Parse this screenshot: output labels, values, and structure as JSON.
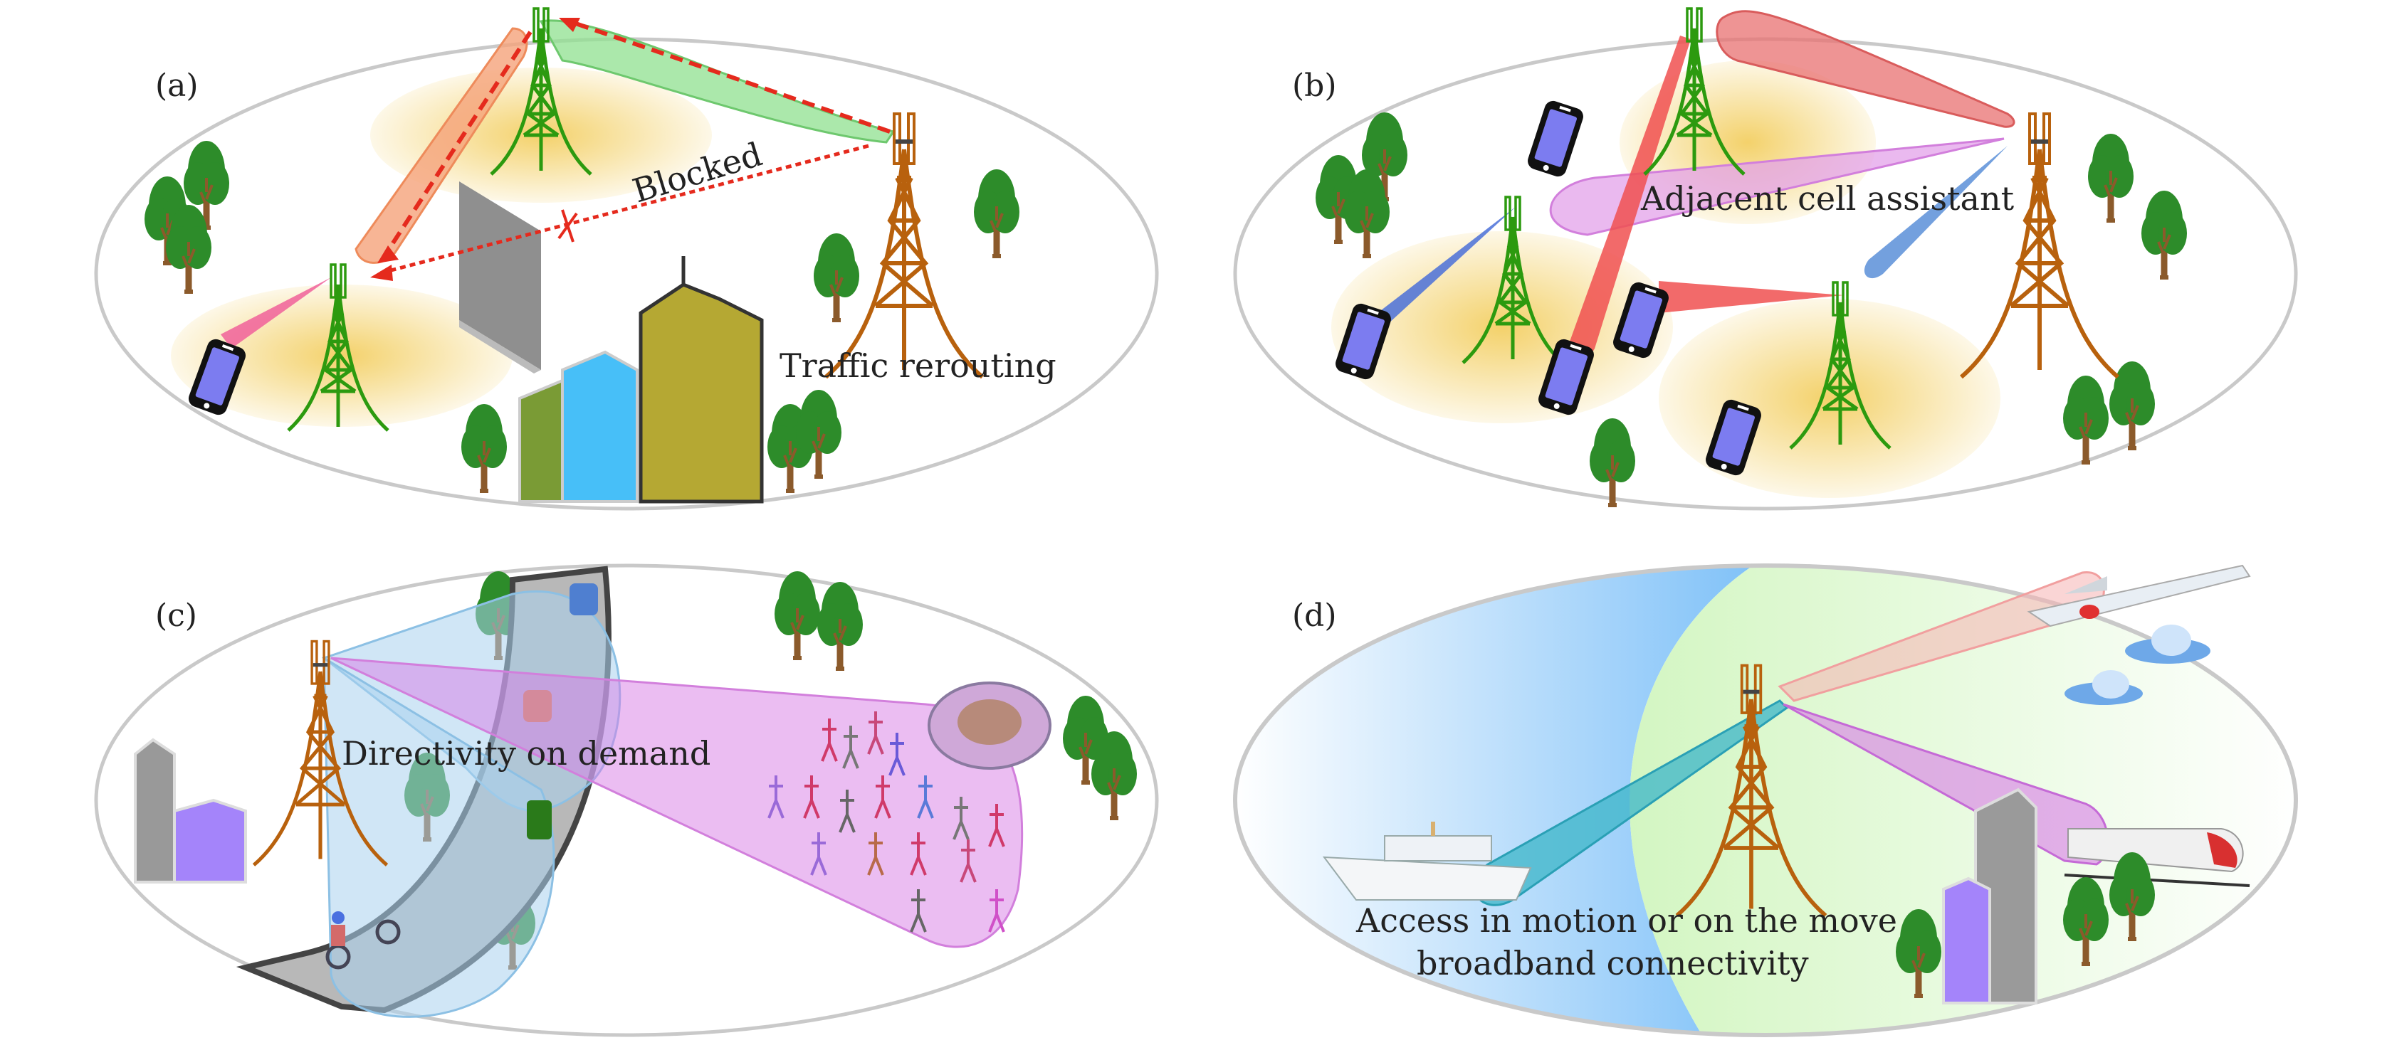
{
  "figure": {
    "panels": [
      {
        "id": "a",
        "label": "(a)",
        "annotations": [
          "Blocked",
          "Traffic rerouting"
        ]
      },
      {
        "id": "b",
        "label": "(b)",
        "annotations": [
          "Adjacent cell assistant"
        ]
      },
      {
        "id": "c",
        "label": "(c)",
        "annotations": [
          "Directivity on demand"
        ]
      },
      {
        "id": "d",
        "label": "(d)",
        "annotations": [
          "Access in motion or on the move",
          "broadband connectivity"
        ]
      }
    ],
    "colors": {
      "macro_tower": "#b8610d",
      "small_cell_tower": "#2c9a0f",
      "coverage": "#f3cf63",
      "ellipse_border": "#c9c9c9",
      "link_arrow": "#e52a1d",
      "beam_green": "#8fe08f",
      "beam_orange": "#f5a37a",
      "beam_pink": "#f0609a",
      "beam_red": "#e87070",
      "beam_violet": "#e3a1ea",
      "beam_blue": "#5b86d8",
      "beam_lightblue": "#a9d2ee",
      "beam_teal": "#3cb6c8",
      "phone_screen": "#7c7cf0",
      "tree_green": "#2d8c2a",
      "tree_trunk": "#8b5a2b"
    }
  }
}
